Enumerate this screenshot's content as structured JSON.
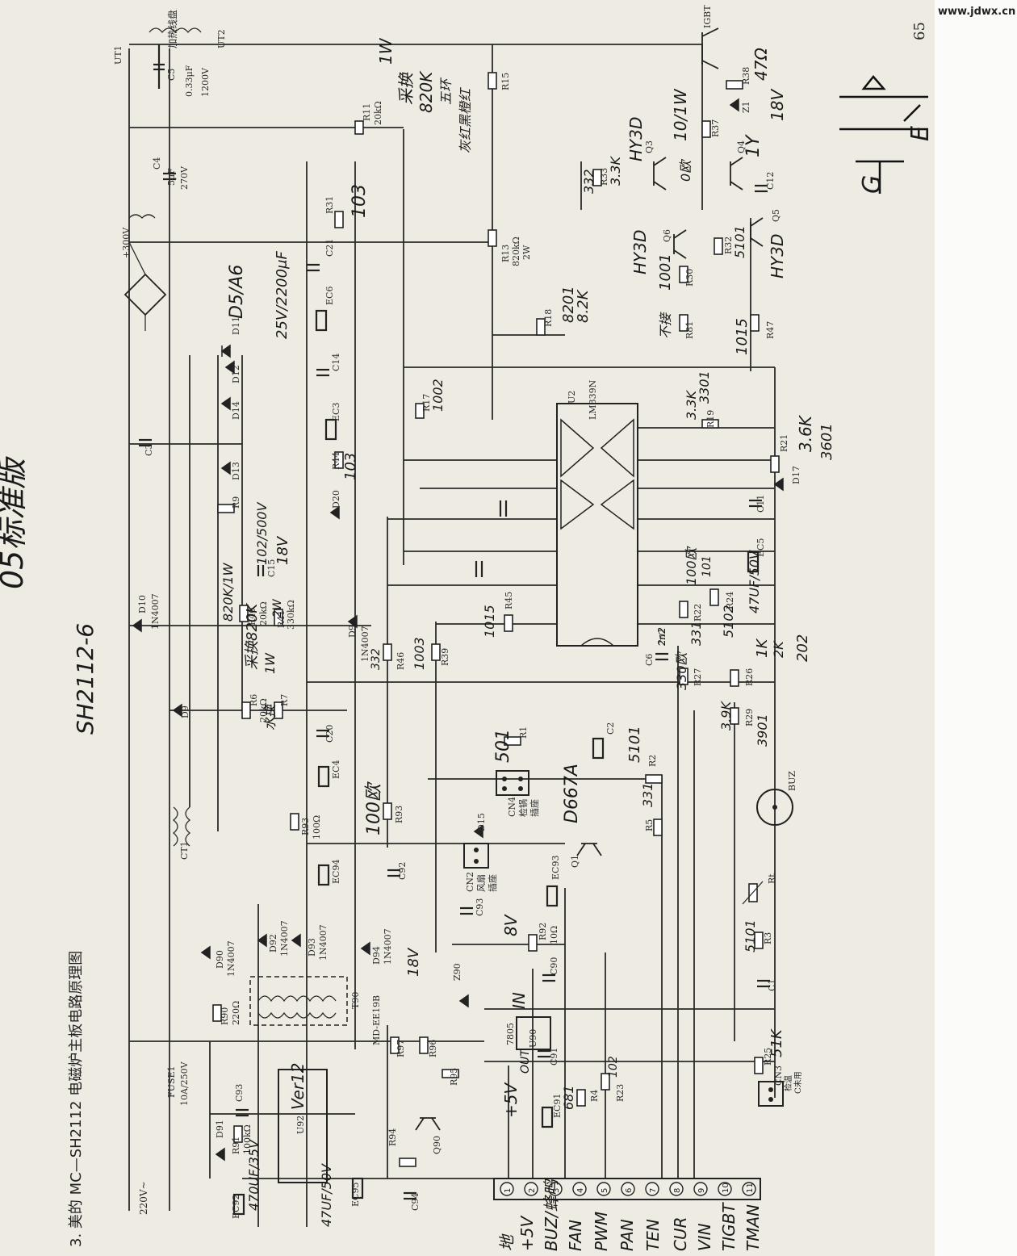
{
  "header": {
    "title": "3. 美的 MC—SH2112 电磁炉主板电路原理图",
    "page_number": "65",
    "watermark": "www.jdwx.cn"
  },
  "handwriting": {
    "version": "05标准版",
    "model": "SH2112-6",
    "r11_1w": "1W",
    "r11_replace": "采换",
    "r11_820k": "820K",
    "r11_wuhuan": "五环",
    "r11_color": "灰红黑橙红",
    "r31_103": "103",
    "d11_d5a6": "D5/A6",
    "ec6_25v": "25V/2200μF",
    "r44_103": "103",
    "r40_820k": "820K/1W",
    "c15_102": "102/500V",
    "c15_18v": "18V",
    "r41_2w": "2W",
    "r6_820k": "采换820K",
    "r6_1w": "1W",
    "r7_note": "水换",
    "r46_332": "332",
    "r39_1003": "1003",
    "r93_100": "100欧",
    "r17_1002": "1002",
    "r45_1015": "1015",
    "r1_501": "501",
    "r2_5101": "5101",
    "q1_d667a": "D667A",
    "r5_331": "331",
    "v8": "8V",
    "u90_in": "IN",
    "u90_out": "OUT",
    "v5": "+5V",
    "r4_681": "681",
    "r23_102": "102",
    "z90_18v": "18V",
    "u92_viper12": "Ver12",
    "ec92_note": "470UF/35V",
    "ec95_note": "47UF/50V",
    "q3_hy3d": "HY3D",
    "r37_10_1w": "10/1W",
    "q3_0r": "0欧",
    "q4_1y": "1Y",
    "r38_47": "47Ω",
    "z1_18v": "18V",
    "r33_332": "332",
    "r33_33k": "3.3K",
    "q6_hy3d": "HY3D",
    "r30_1001": "1001",
    "r32_5101": "5101",
    "q5_hy3d": "HY3D",
    "r18_8201": "8201",
    "r18_82k": "8.2K",
    "r81_note": "不接",
    "r47_1015": "1015",
    "r19_33k": "3.3K",
    "r19_3301": "3301",
    "r21_36k": "3.6K",
    "r21_3601": "3601",
    "r22_100": "100欧",
    "r22_101": "101",
    "r24_5102": "5102",
    "ec5_47uf": "47UF/50V",
    "r27_330": "330欧",
    "r27_331": "331",
    "c6_2n2": "2n2",
    "r26_1k": "1K",
    "r26_2k": "2K",
    "r26_202": "202",
    "r29_39k": "3.9K",
    "r29_3901": "3901",
    "r3_5101": "5101",
    "r25_51k": "51K",
    "igbt_g": "G",
    "igbt_e": "E"
  },
  "labels": {
    "ut1": "UT1",
    "ut2": "UT2",
    "coil": "加热线盘",
    "c5": "C5",
    "c5_value": "0.33μF",
    "c5_voltage": "1200V",
    "c4": "C4",
    "c4_value": "5μF",
    "c4_voltage": "270V",
    "v300": "+300V",
    "c3": "C3",
    "d10": "D10",
    "d10_part": "1N4007",
    "d9": "D9",
    "d9_part": "1N4007",
    "ct1": "CT1",
    "d11": "D11",
    "d12": "D12",
    "d14": "D14",
    "d13": "D13",
    "r9": "R9",
    "r40": "R40",
    "r40_value": "20kΩ",
    "c15": "C15",
    "r41": "R41",
    "r41_value": "330kΩ",
    "r6": "R6",
    "r6_value": "20kΩ",
    "r7": "R7",
    "c20": "C20",
    "ec4": "EC4",
    "r93": "R93",
    "r93_value": "100Ω",
    "ec94": "EC94",
    "r31": "R31",
    "c21": "C21",
    "ec6": "EC6",
    "c14": "C14",
    "ec3": "EC3",
    "r44": "R44",
    "d20": "D20",
    "r11": "R11",
    "r11_value": "20kΩ",
    "r46": "R46",
    "r39": "R39",
    "c92": "C92",
    "r17": "R17",
    "r15": "R15",
    "r13": "R13",
    "r13_value": "820kΩ",
    "r13_power": "2W",
    "r18": "R18",
    "u2": "U2",
    "u2_part": "LM339N",
    "r45": "R45",
    "r1": "R1",
    "c2": "C2",
    "r2": "R2",
    "cn4": "CN4",
    "cn4_desc": "检锅",
    "cn4_desc2": "插座",
    "d15": "D15",
    "cn2": "CN2",
    "cn2_desc": "风扇",
    "cn2_desc2": "插座",
    "c93": "C93",
    "ec93": "EC93",
    "q1": "Q1",
    "r92": "R92",
    "r92_value": "10Ω",
    "c90": "C90",
    "u90": "U90",
    "reg7805": "7805",
    "c91": "C91",
    "ec91": "EC91",
    "r4": "R4",
    "r23": "R23",
    "r5": "R5",
    "c6": "C6",
    "c6_value": "2n2",
    "r27": "R27",
    "r22": "R22",
    "r24": "R24",
    "r26": "R26",
    "r29": "R29",
    "buz": "BUZ",
    "rt": "Rt",
    "r3": "R3",
    "c1": "C1",
    "r25": "R25",
    "cn3": "CN3",
    "cn3_desc": "检温",
    "cn3_desc2": "C未用",
    "c11": "C11",
    "ec5": "EC5",
    "r19": "R19",
    "r21": "R21",
    "d17": "D17",
    "r81": "R81",
    "r47": "R47",
    "r30": "R30",
    "q6": "Q6",
    "r32": "R32",
    "q5": "Q5",
    "c12": "C12",
    "q4": "Q4",
    "q3": "Q3",
    "r33": "R33",
    "r37": "R37",
    "r38": "R38",
    "z1": "Z1",
    "igbt": "IGBT",
    "r90": "R90",
    "r90_value": "220Ω",
    "d90": "D90",
    "d90_part": "1N4007",
    "d92": "D92",
    "d92_part": "1N4007",
    "d93": "D93",
    "d93_part": "1N4007",
    "t90": "T90",
    "d94": "D94",
    "d94_part": "1N4007",
    "md_ee19b": "MD-EE19B",
    "z90": "Z90",
    "r97": "R97",
    "r96": "R96",
    "r95": "R95",
    "q90": "Q90",
    "r94": "R94",
    "c94": "C94",
    "ec95": "EC95",
    "u92": "U92",
    "r91": "R91",
    "r91_value": "100kΩ",
    "d91": "D91",
    "ec92": "EC92",
    "fuse1": "FUSE1",
    "fuse1_rating": "10A/250V",
    "v220": "220V~"
  },
  "terminals": {
    "labels": [
      "地",
      "+5V",
      "BUZ/蜂鸣",
      "FAN",
      "PWM",
      "PAN",
      "TEN",
      "CUR",
      "VIN",
      "TIGBT",
      "TMAN"
    ],
    "numbers": [
      "1",
      "2",
      "3",
      "4",
      "5",
      "6",
      "7",
      "8",
      "9",
      "10",
      "11"
    ]
  }
}
